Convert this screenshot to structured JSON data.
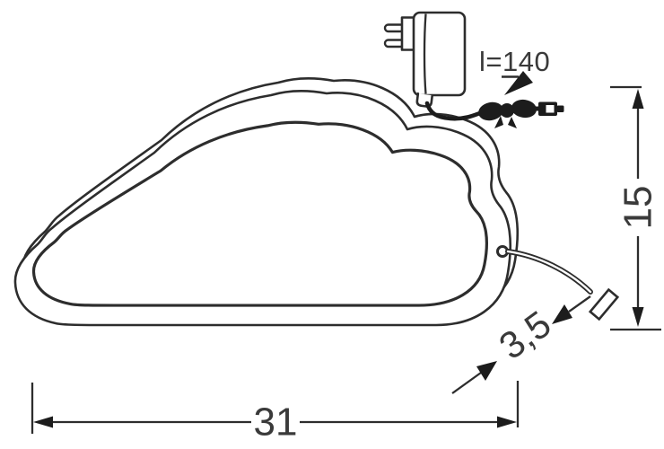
{
  "diagram": {
    "type": "product-dimension-drawing",
    "subject": "cloud-shaped wall lamp with power adapter and cable",
    "background_color": "#ffffff",
    "line_color": "#2d2d2d",
    "text_color": "#3a3a3a",
    "dimensions": {
      "width": {
        "value": "31",
        "placement": "horizontal line along bottom"
      },
      "height": {
        "value": "15",
        "placement": "vertical line at right, text rotated"
      },
      "depth": {
        "value": "3,5",
        "placement": "diagonal callout at lower right, text rotated"
      },
      "cable_length": {
        "value": "l=140",
        "placement": "label above coiled adapter cable with arrow"
      }
    },
    "components": [
      "cloud-outline",
      "power-adapter-plug",
      "coiled-cable-knot",
      "dc-connector",
      "lamp-cable-with-connector"
    ]
  }
}
